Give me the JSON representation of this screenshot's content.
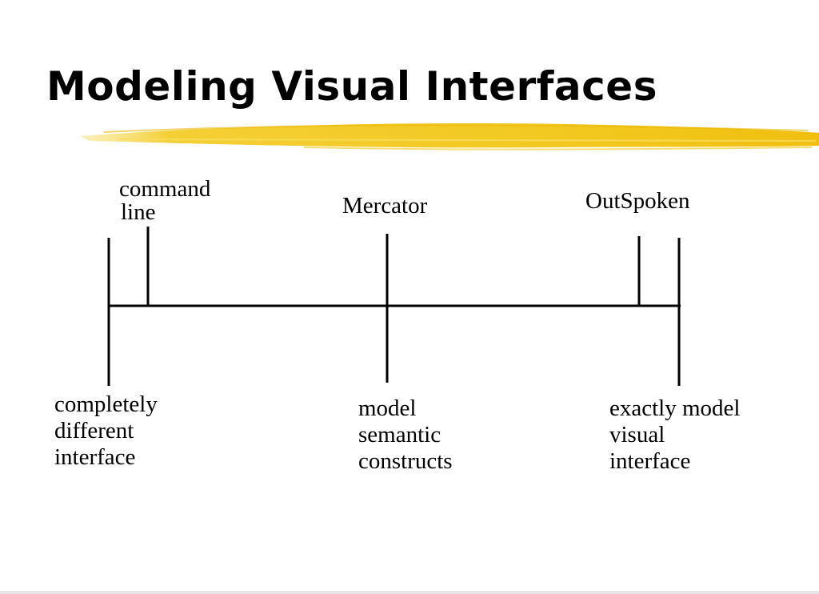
{
  "slide": {
    "title": "Modeling Visual Interfaces",
    "accent_color": "#f2c81e",
    "top_labels": {
      "command_line": [
        "command",
        "line"
      ],
      "mercator": "Mercator",
      "outspoken": "OutSpoken"
    },
    "bottom_labels": {
      "left": [
        "completely",
        "different",
        "interface"
      ],
      "middle": [
        "model",
        "semantic",
        "constructs"
      ],
      "right": [
        "exactly model",
        "visual",
        "interface"
      ]
    }
  }
}
